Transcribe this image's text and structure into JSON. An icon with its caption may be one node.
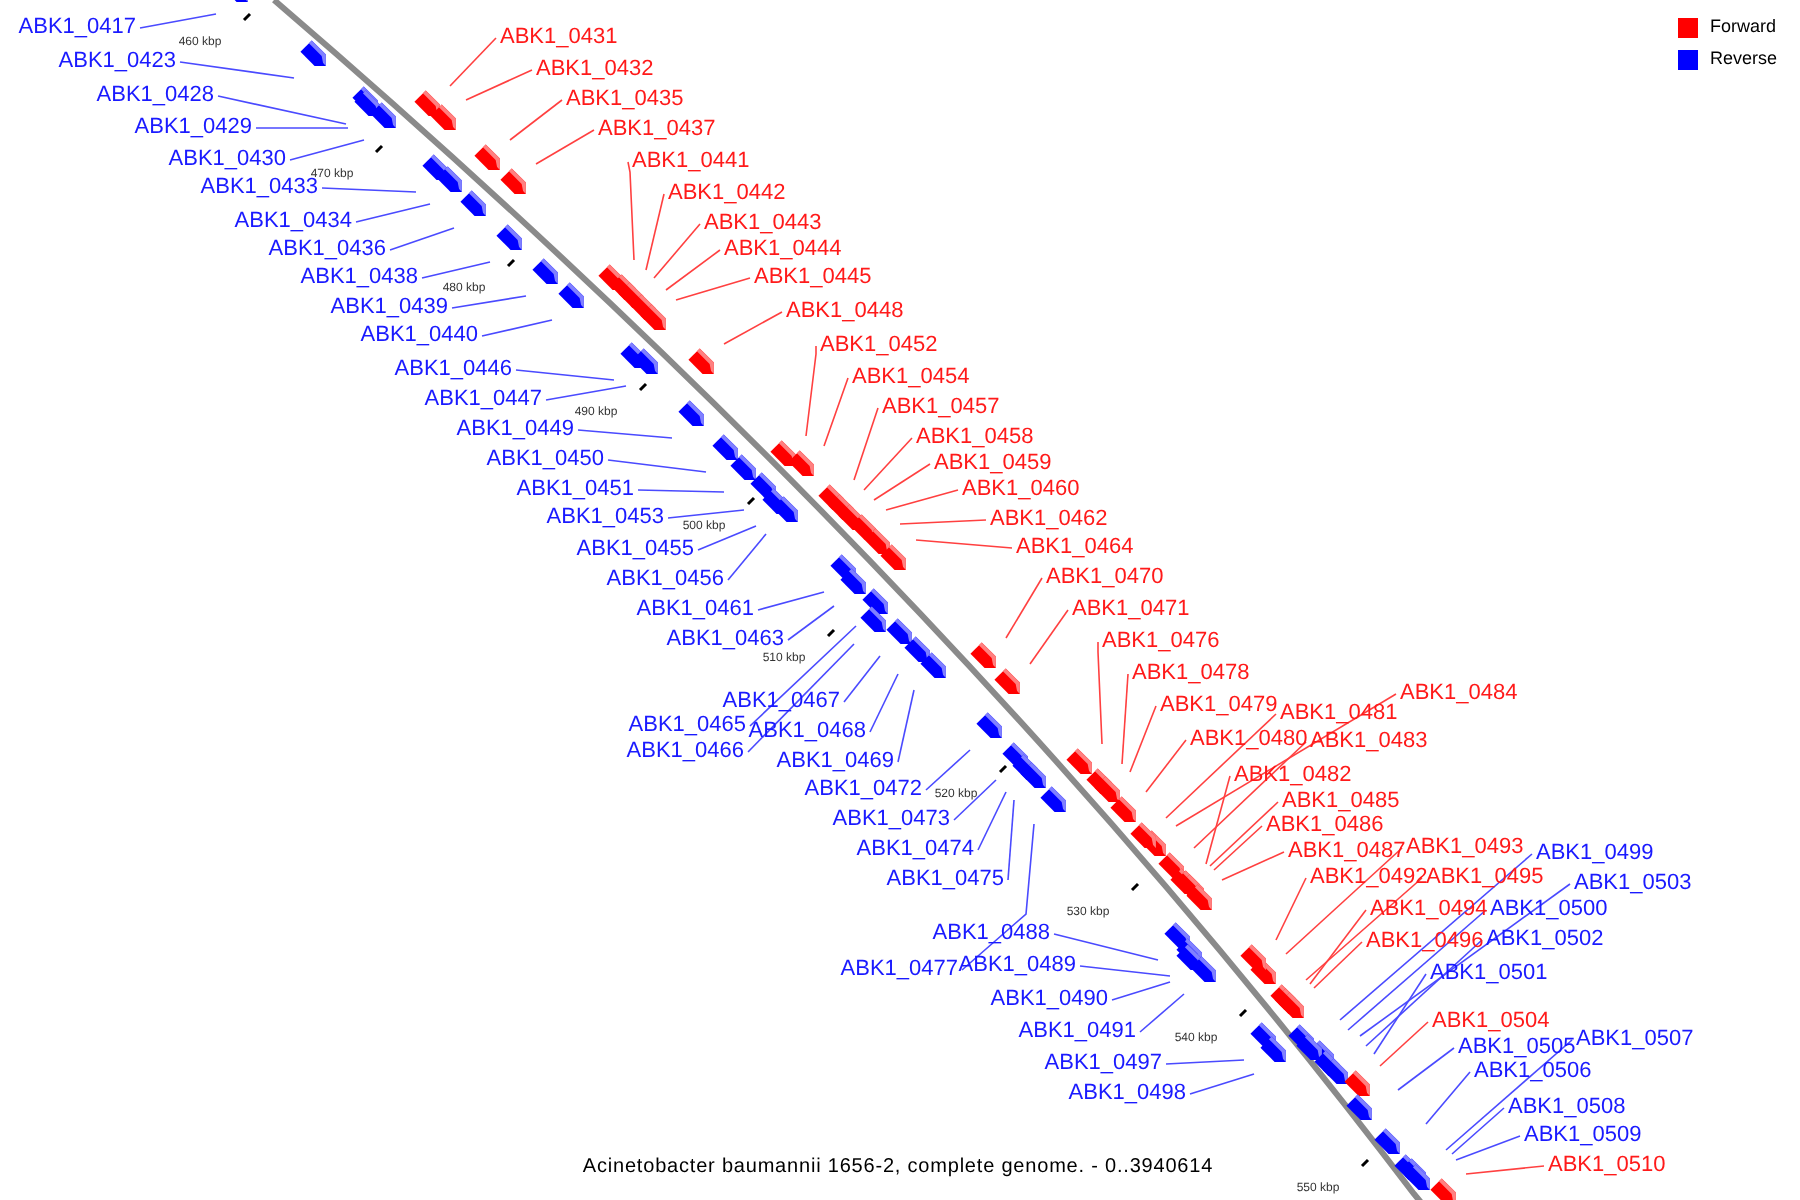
{
  "diagram": {
    "caption": "Acinetobacter baumannii 1656-2, complete genome. - 0..3940614",
    "nodes": [
      {
        "text": [
          "ABK1_0417"
        ]
      },
      {
        "text": [
          "ABK1_0431"
        ]
      },
      {
        "text": [
          "ABK1_0423"
        ]
      },
      {
        "text": [
          "ABK1_0432"
        ]
      },
      {
        "text": [
          "ABK1_0428"
        ]
      },
      {
        "text": [
          "ABK1_0435"
        ]
      },
      {
        "text": [
          "ABK1_0429"
        ]
      },
      {
        "text": [
          "ABK1_0437"
        ]
      },
      {
        "text": [
          "ABK1_0430"
        ]
      },
      {
        "text": [
          "ABK1_0441"
        ]
      },
      {
        "text": [
          "ABK1_0433"
        ]
      },
      {
        "text": [
          "ABK1_0442"
        ]
      },
      {
        "text": [
          "ABK1_0434"
        ]
      },
      {
        "text": [
          "ABK1_0443"
        ]
      },
      {
        "text": [
          "ABK1_0436"
        ]
      },
      {
        "text": [
          "ABK1_0444"
        ]
      },
      {
        "text": [
          "ABK1_0438"
        ]
      },
      {
        "text": [
          "ABK1_0445"
        ]
      },
      {
        "text": [
          "ABK1_0439"
        ]
      },
      {
        "text": [
          "ABK1_0448"
        ]
      },
      {
        "text": [
          "ABK1_0440"
        ]
      },
      {
        "text": [
          "ABK1_0452"
        ]
      },
      {
        "text": [
          "ABK1_0446"
        ]
      },
      {
        "text": [
          "ABK1_0454"
        ]
      },
      {
        "text": [
          "ABK1_0447"
        ]
      },
      {
        "text": [
          "ABK1_0457"
        ]
      },
      {
        "text": [
          "ABK1_0449"
        ]
      },
      {
        "text": [
          "ABK1_0458"
        ]
      },
      {
        "text": [
          "ABK1_0450"
        ]
      },
      {
        "text": [
          "ABK1_0459"
        ]
      },
      {
        "text": [
          "ABK1_0451"
        ]
      },
      {
        "text": [
          "ABK1_0460"
        ]
      },
      {
        "text": [
          "ABK1_0453"
        ]
      },
      {
        "text": [
          "ABK1_0462"
        ]
      },
      {
        "text": [
          "ABK1_0455"
        ]
      },
      {
        "text": [
          "ABK1_0464"
        ]
      },
      {
        "text": [
          "ABK1_0456"
        ]
      },
      {
        "text": [
          "ABK1_0470"
        ]
      },
      {
        "text": [
          "ABK1_0461"
        ]
      },
      {
        "text": [
          "ABK1_0471"
        ]
      },
      {
        "text": [
          "ABK1_0463"
        ]
      },
      {
        "text": [
          "ABK1_0476"
        ]
      },
      {
        "text": [
          "ABK1_0478"
        ]
      },
      {
        "text": [
          "ABK1_0484"
        ]
      },
      {
        "text": [
          "ABK1_0467"
        ]
      },
      {
        "text": [
          "ABK1_0479"
        ]
      },
      {
        "text": [
          "ABK1_0481"
        ]
      },
      {
        "text": [
          "ABK1_0465"
        ]
      },
      {
        "text": [
          "ABK1_0468"
        ]
      },
      {
        "text": [
          "ABK1_0480"
        ]
      },
      {
        "text": [
          "ABK1_0483"
        ]
      },
      {
        "text": [
          "ABK1_0466"
        ]
      },
      {
        "text": [
          "ABK1_0469"
        ]
      },
      {
        "text": [
          "ABK1_0482"
        ]
      },
      {
        "text": [
          "ABK1_0472"
        ]
      },
      {
        "text": [
          "ABK1_0485"
        ]
      },
      {
        "text": [
          "ABK1_0473"
        ]
      },
      {
        "text": [
          "ABK1_0486"
        ]
      },
      {
        "text": [
          "ABK1_0493"
        ]
      },
      {
        "text": [
          "ABK1_0474"
        ]
      },
      {
        "text": [
          "ABK1_0487"
        ]
      },
      {
        "text": [
          "ABK1_0499"
        ]
      },
      {
        "text": [
          "ABK1_0492"
        ]
      },
      {
        "text": [
          "ABK1_0495"
        ]
      },
      {
        "text": [
          "ABK1_0475"
        ]
      },
      {
        "text": [
          "ABK1_0503"
        ]
      },
      {
        "text": [
          "ABK1_0500"
        ]
      },
      {
        "text": [
          "ABK1_0494"
        ]
      },
      {
        "text": [
          "ABK1_0488"
        ]
      },
      {
        "text": [
          "ABK1_0502"
        ]
      },
      {
        "text": [
          "ABK1_0496"
        ]
      },
      {
        "text": [
          "ABK1_0489"
        ]
      },
      {
        "text": [
          "ABK1_0477"
        ]
      },
      {
        "text": [
          "ABK1_0501"
        ]
      },
      {
        "text": [
          "ABK1_0490"
        ]
      },
      {
        "text": [
          "ABK1_0504"
        ]
      },
      {
        "text": [
          "ABK1_0491"
        ]
      },
      {
        "text": [
          "ABK1_0507"
        ]
      },
      {
        "text": [
          "ABK1_0505"
        ]
      },
      {
        "text": [
          "ABK1_0497"
        ]
      },
      {
        "text": [
          "ABK1_0506"
        ]
      },
      {
        "text": [
          "ABK1_0498"
        ]
      },
      {
        "text": [
          "ABK1_0508"
        ]
      },
      {
        "text": [
          "ABK1_0509"
        ]
      },
      {
        "text": [
          "ABK1_0510"
        ]
      }
    ],
    "edges": [
      {
        "from": 0,
        "to": null,
        "arrow": "none"
      },
      {
        "from": 1,
        "to": null,
        "arrow": "none",
        "color": "#ff4040"
      },
      {
        "from": 2,
        "to": null,
        "arrow": "none"
      },
      {
        "from": 3,
        "to": null,
        "arrow": "none",
        "color": "#ff4040"
      },
      {
        "from": 4,
        "to": null,
        "arrow": "none"
      },
      {
        "from": 5,
        "to": null,
        "arrow": "none",
        "color": "#ff4040"
      },
      {
        "from": 6,
        "to": null,
        "arrow": "none"
      },
      {
        "from": 7,
        "to": null,
        "arrow": "none",
        "color": "#ff4040"
      },
      {
        "from": 8,
        "to": null,
        "arrow": "none"
      },
      {
        "from": 9,
        "to": null,
        "arrow": "none",
        "color": "#ff4040"
      },
      {
        "from": 10,
        "to": null,
        "arrow": "none"
      },
      {
        "from": 11,
        "to": null,
        "arrow": "none",
        "color": "#ff4040"
      },
      {
        "from": 12,
        "to": null,
        "arrow": "none"
      },
      {
        "from": 13,
        "to": null,
        "arrow": "none",
        "color": "#ff4040"
      },
      {
        "from": 14,
        "to": null,
        "arrow": "none"
      },
      {
        "from": 15,
        "to": null,
        "arrow": "none",
        "color": "#ff4040"
      },
      {
        "from": 16,
        "to": null,
        "arrow": "none"
      },
      {
        "from": 17,
        "to": null,
        "arrow": "none",
        "color": "#ff4040"
      },
      {
        "from": 18,
        "to": null,
        "arrow": "none"
      },
      {
        "from": 19,
        "to": null,
        "arrow": "none",
        "color": "#ff4040"
      },
      {
        "from": 20,
        "to": null,
        "arrow": "none"
      },
      {
        "from": 21,
        "to": null,
        "arrow": "none",
        "color": "#ff4040"
      },
      {
        "from": 22,
        "to": null,
        "arrow": "none"
      },
      {
        "from": 23,
        "to": null,
        "arrow": "none",
        "color": "#ff4040"
      },
      {
        "from": 24,
        "to": null,
        "arrow": "none"
      },
      {
        "from": 25,
        "to": null,
        "arrow": "none",
        "color": "#ff4040"
      },
      {
        "from": 26,
        "to": null,
        "arrow": "none"
      },
      {
        "from": 27,
        "to": null,
        "arrow": "none",
        "color": "#ff4040"
      },
      {
        "from": 28,
        "to": null,
        "arrow": "none"
      },
      {
        "from": 29,
        "to": null,
        "arrow": "none",
        "color": "#ff4040"
      },
      {
        "from": 30,
        "to": null,
        "arrow": "none"
      },
      {
        "from": 31,
        "to": null,
        "arrow": "none",
        "color": "#ff4040"
      },
      {
        "from": 32,
        "to": null,
        "arrow": "none"
      },
      {
        "from": 33,
        "to": null,
        "arrow": "none",
        "color": "#ff4040"
      },
      {
        "from": 34,
        "to": null,
        "arrow": "none"
      },
      {
        "from": 35,
        "to": null,
        "arrow": "none",
        "color": "#ff4040"
      },
      {
        "from": 36,
        "to": null,
        "arrow": "none"
      },
      {
        "from": 37,
        "to": null,
        "arrow": "none",
        "color": "#ff4040"
      },
      {
        "from": 38,
        "to": null,
        "arrow": "none"
      },
      {
        "from": 39,
        "to": null,
        "arrow": "none",
        "color": "#ff4040"
      },
      {
        "from": 40,
        "to": null,
        "arrow": "none"
      },
      {
        "from": 41,
        "to": null,
        "arrow": "none",
        "color": "#ff4040"
      },
      {
        "from": 42,
        "to": null,
        "arrow": "none",
        "color": "#ff4040"
      },
      {
        "from": 43,
        "to": null,
        "arrow": "none",
        "color": "#ff4040"
      },
      {
        "from": 44,
        "to": null,
        "arrow": "none"
      },
      {
        "from": 45,
        "to": null,
        "arrow": "none",
        "color": "#ff4040"
      },
      {
        "from": 46,
        "to": null,
        "arrow": "none",
        "color": "#ff4040"
      },
      {
        "from": 47,
        "to": null,
        "arrow": "none"
      },
      {
        "from": 48,
        "to": null,
        "arrow": "none"
      },
      {
        "from": 49,
        "to": null,
        "arrow": "none",
        "color": "#ff4040"
      },
      {
        "from": 50,
        "to": null,
        "arrow": "none",
        "color": "#ff4040"
      },
      {
        "from": 51,
        "to": null,
        "arrow": "none"
      },
      {
        "from": 52,
        "to": null,
        "arrow": "none"
      },
      {
        "from": 53,
        "to": null,
        "arrow": "none",
        "color": "#ff4040"
      },
      {
        "from": 54,
        "to": null,
        "arrow": "none"
      },
      {
        "from": 55,
        "to": null,
        "arrow": "none",
        "color": "#ff4040"
      },
      {
        "from": 56,
        "to": null,
        "arrow": "none"
      },
      {
        "from": 57,
        "to": null,
        "arrow": "none",
        "color": "#ff4040"
      },
      {
        "from": 58,
        "to": null,
        "arrow": "none",
        "color": "#ff4040"
      },
      {
        "from": 59,
        "to": null,
        "arrow": "none"
      },
      {
        "from": 60,
        "to": null,
        "arrow": "none",
        "color": "#ff4040"
      },
      {
        "from": 61,
        "to": null,
        "arrow": "none"
      },
      {
        "from": 62,
        "to": null,
        "arrow": "none",
        "color": "#ff4040"
      },
      {
        "from": 63,
        "to": null,
        "arrow": "none",
        "color": "#ff4040"
      },
      {
        "from": 64,
        "to": null,
        "arrow": "none"
      },
      {
        "from": 65,
        "to": null,
        "arrow": "none"
      },
      {
        "from": 66,
        "to": null,
        "arrow": "none"
      },
      {
        "from": 67,
        "to": null,
        "arrow": "none",
        "color": "#ff4040"
      },
      {
        "from": 68,
        "to": null,
        "arrow": "none"
      },
      {
        "from": 69,
        "to": null,
        "arrow": "none"
      },
      {
        "from": 70,
        "to": null,
        "arrow": "none",
        "color": "#ff4040"
      },
      {
        "from": 71,
        "to": null,
        "arrow": "none"
      },
      {
        "from": 72,
        "to": null,
        "arrow": "none"
      },
      {
        "from": 73,
        "to": null,
        "arrow": "none"
      },
      {
        "from": 74,
        "to": null,
        "arrow": "none"
      },
      {
        "from": 75,
        "to": null,
        "arrow": "none",
        "color": "#ff4040"
      },
      {
        "from": 76,
        "to": null,
        "arrow": "none"
      },
      {
        "from": 77,
        "to": null,
        "arrow": "none"
      },
      {
        "from": 78,
        "to": null,
        "arrow": "none"
      },
      {
        "from": 79,
        "to": null,
        "arrow": "none"
      },
      {
        "from": 80,
        "to": null,
        "arrow": "none"
      },
      {
        "from": 81,
        "to": null,
        "arrow": "none"
      },
      {
        "from": 82,
        "to": null,
        "arrow": "none"
      },
      {
        "from": 83,
        "to": null,
        "arrow": "none"
      },
      {
        "from": 84,
        "to": null,
        "arrow": "none",
        "color": "#ff4040"
      }
    ],
    "labels": [
      "460 kbp",
      "470 kbp",
      "480 kbp",
      "490 kbp",
      "500 kbp",
      "510 kbp",
      "520 kbp",
      "530 kbp",
      "540 kbp",
      "550 kbp"
    ],
    "legend": [
      {
        "text": "Forward",
        "color": "#ff0000"
      },
      {
        "text": "Reverse",
        "color": "#0000ff"
      }
    ]
  }
}
